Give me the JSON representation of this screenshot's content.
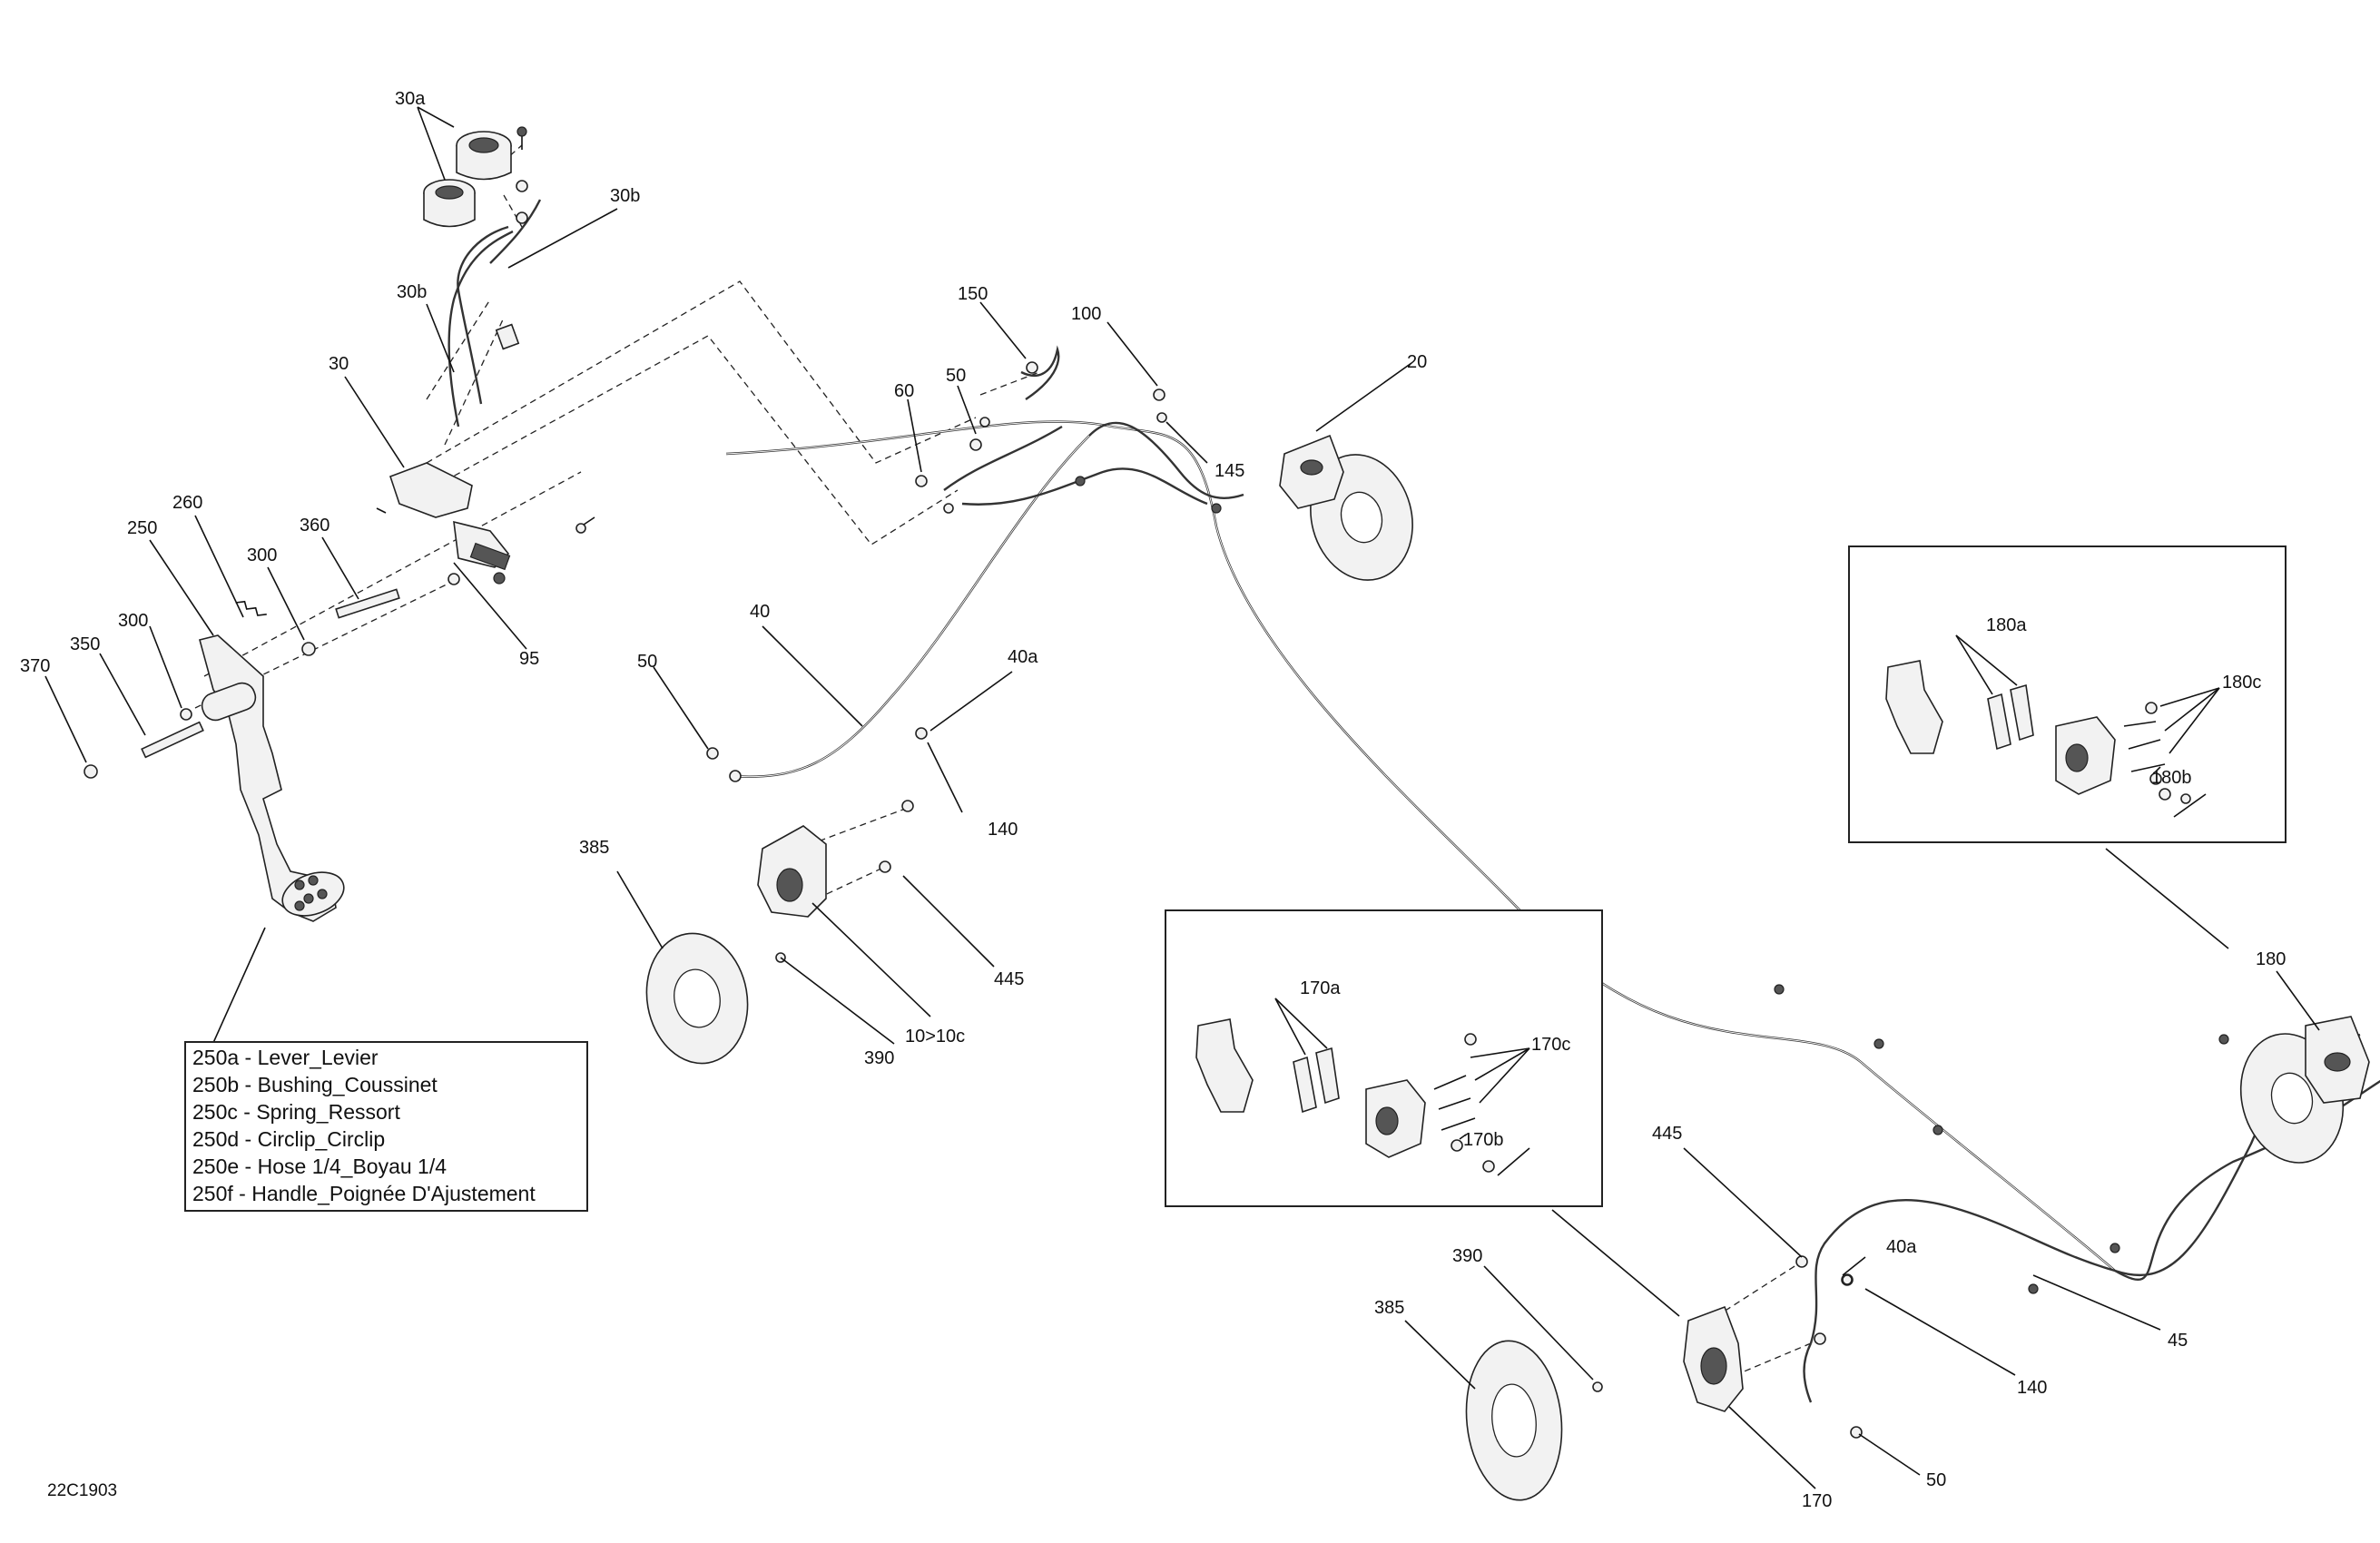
{
  "drawing_id": "22C1903",
  "callouts": [
    "30a",
    "30b",
    "30b",
    "30",
    "260",
    "250",
    "300",
    "360",
    "300",
    "350",
    "370",
    "95",
    "150",
    "100",
    "60",
    "50",
    "145",
    "20",
    "40",
    "40a",
    "50",
    "140",
    "385",
    "445",
    "390",
    "10>10c",
    "180a",
    "180c",
    "180b",
    "180",
    "170a",
    "170c",
    "170b",
    "445",
    "40a",
    "390",
    "385",
    "140",
    "45",
    "50",
    "170"
  ],
  "legend": [
    "250a - Lever_Levier",
    "250b - Bushing_Coussinet",
    "250c - Spring_Ressort",
    "250d - Circlip_Circlip",
    "250e - Hose 1/4_Boyau 1/4",
    "250f - Handle_Poignée D'Ajustement"
  ]
}
